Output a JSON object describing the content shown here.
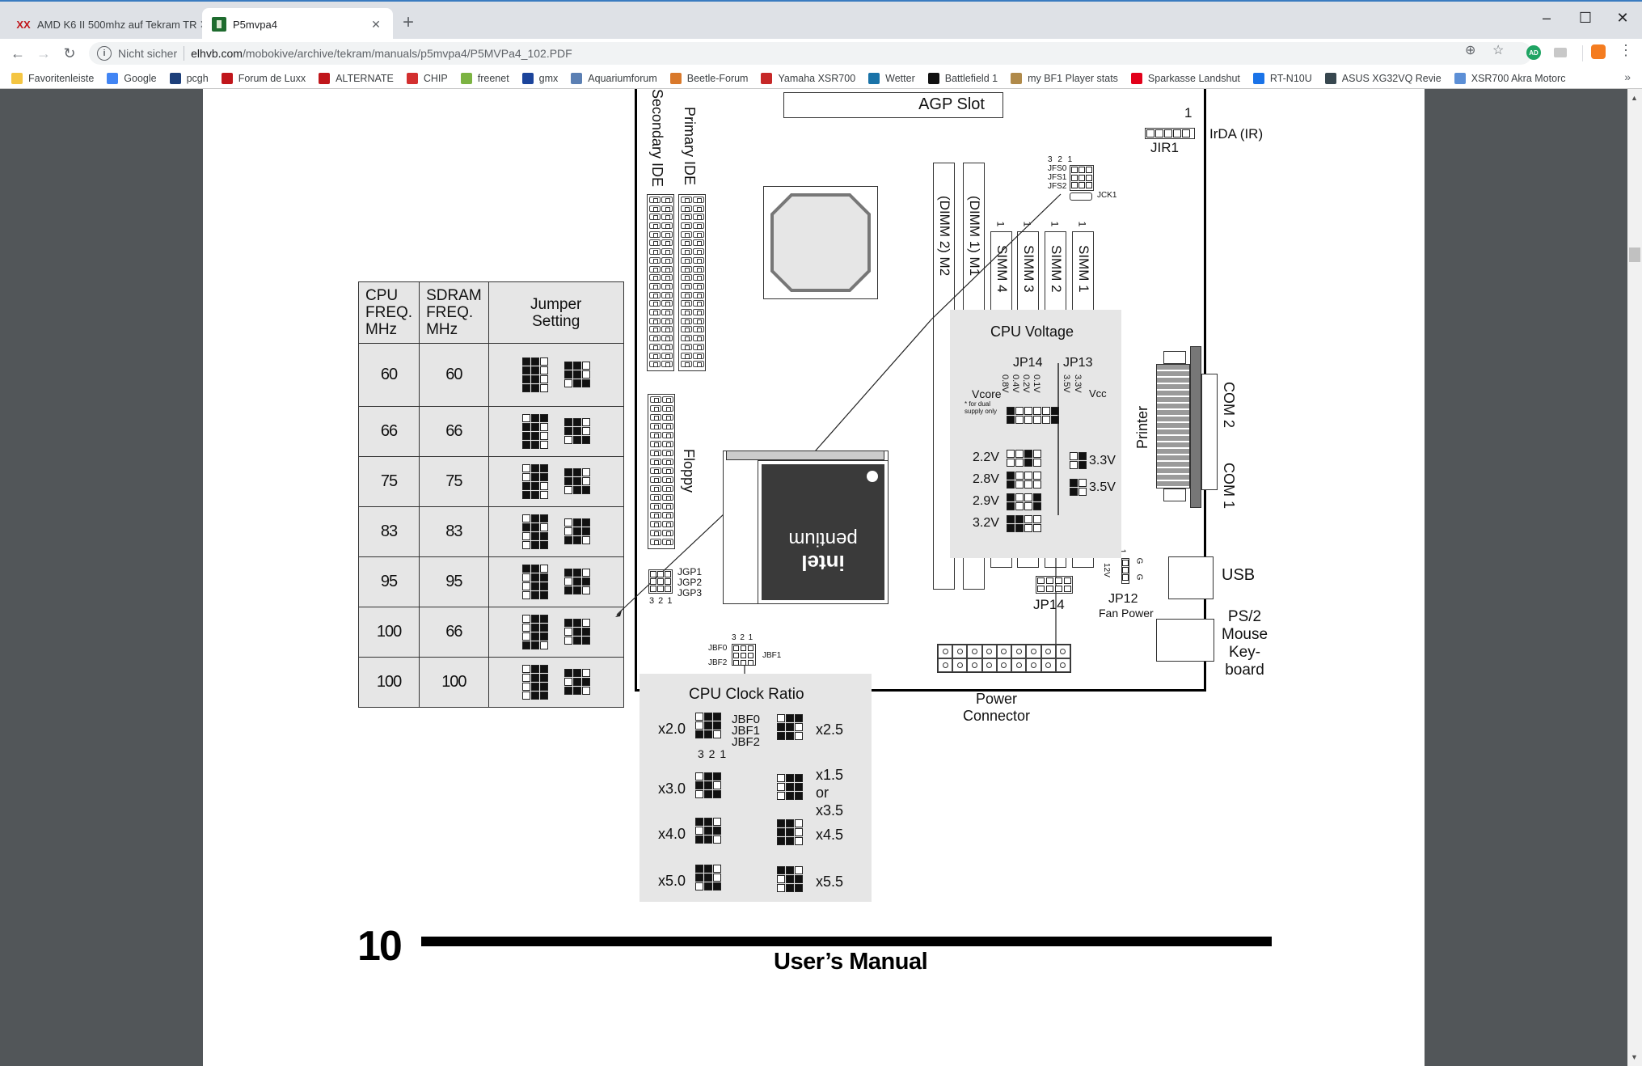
{
  "browser": {
    "tabs": [
      {
        "title": "AMD K6 II 500mhz auf Tekram TR",
        "favicon": "hardwareluxx-xx-icon",
        "active": false
      },
      {
        "title": "P5mvpa4",
        "favicon": "motherboard-icon",
        "active": true
      }
    ],
    "new_tab_label": "+",
    "window_controls": {
      "minimize": "–",
      "maximize": "☐",
      "close": "✕"
    },
    "address_bar": {
      "security_label": "Nicht sicher",
      "host": "elhvb.com",
      "path": "/mobokive/archive/tekram/manuals/p5mvpa4/P5MVPa4_102.PDF"
    },
    "toolbar_icons": [
      "back-icon",
      "forward-icon",
      "reload-icon",
      "zoom-icon",
      "star-icon",
      "adguard-icon",
      "camera-icon",
      "avast-icon",
      "menu-icon"
    ],
    "extension_badge": "AD",
    "bookmarks": [
      {
        "label": "Favoritenleiste",
        "icon": "folder-icon",
        "color": "#f4c542"
      },
      {
        "label": "Google",
        "icon": "google-icon",
        "color": "#4285f4"
      },
      {
        "label": "pcgh",
        "icon": "pcgh-icon",
        "color": "#1d3f7a"
      },
      {
        "label": "Forum de Luxx",
        "icon": "hardwareluxx-xx-icon",
        "color": "#c0161b"
      },
      {
        "label": "ALTERNATE",
        "icon": "alternate-icon",
        "color": "#c0161b"
      },
      {
        "label": "CHIP",
        "icon": "chip-icon",
        "color": "#d32f2f"
      },
      {
        "label": "freenet",
        "icon": "freenet-icon",
        "color": "#7cb342"
      },
      {
        "label": "gmx",
        "icon": "gmx-icon",
        "color": "#1c449b"
      },
      {
        "label": "Aquariumforum",
        "icon": "globe-icon",
        "color": "#5b7fb3"
      },
      {
        "label": "Beetle-Forum",
        "icon": "beetle-forum-icon",
        "color": "#d9792b"
      },
      {
        "label": "Yamaha XSR700",
        "icon": "yamaha-icon",
        "color": "#c62828"
      },
      {
        "label": "Wetter",
        "icon": "weather-icon",
        "color": "#1a73a8"
      },
      {
        "label": "Battlefield 1",
        "icon": "battlefield-icon",
        "color": "#111111"
      },
      {
        "label": "my BF1 Player stats",
        "icon": "bf1-stats-icon",
        "color": "#b08a4a"
      },
      {
        "label": "Sparkasse Landshut",
        "icon": "sparkasse-icon",
        "color": "#e2001a"
      },
      {
        "label": "RT-N10U",
        "icon": "router-icon",
        "color": "#1a73e8"
      },
      {
        "label": "ASUS XG32VQ Revie",
        "icon": "monitor-icon",
        "color": "#37474f"
      },
      {
        "label": "XSR700 Akra Motorc",
        "icon": "xsr-akra-icon",
        "color": "#5c8fd6"
      }
    ],
    "bookmarks_overflow": "»"
  },
  "document": {
    "table": {
      "headers": [
        "CPU\nFREQ.\nMHz",
        "SDRAM\nFREQ.\nMHz",
        "Jumper\nSetting"
      ],
      "jumper_labels_left": [
        "JFS0",
        "JFS1",
        "JFS2",
        "JCK1"
      ],
      "jumper_labels_right": [
        "JGP1",
        "JGP2",
        "JGP3"
      ],
      "pin_numbers": "3 2 1",
      "rows": [
        {
          "cpu": "60",
          "sdram": "60"
        },
        {
          "cpu": "66",
          "sdram": "66"
        },
        {
          "cpu": "75",
          "sdram": "75"
        },
        {
          "cpu": "83",
          "sdram": "83"
        },
        {
          "cpu": "95",
          "sdram": "95"
        },
        {
          "cpu": "100",
          "sdram": "66"
        },
        {
          "cpu": "100",
          "sdram": "100"
        }
      ]
    },
    "board": {
      "agp_slot": "AGP Slot",
      "secondary_ide": "Secondary IDE",
      "primary_ide": "Primary IDE",
      "floppy": "Floppy",
      "dimm2": "(DIMM 2) M2",
      "dimm1": "(DIMM 1) M1",
      "simm_slots": [
        "SIMM 4",
        "SIMM 3",
        "SIMM 2",
        "SIMM 1"
      ],
      "simm_pin1": "1",
      "jir1": "JIR1",
      "jir1_pin": "1",
      "irda": "IrDA (IR)",
      "jfs_labels": [
        "JFS0",
        "JFS1",
        "JFS2"
      ],
      "jck1": "JCK1",
      "pin_numbers": "3 2 1",
      "cpu_brand": "intel",
      "cpu_model": "pentium",
      "jgp_labels": [
        "JGP1",
        "JGP2",
        "JGP3"
      ],
      "jp12": "JP12",
      "jp12_sub": "Fan Power",
      "jp12_pins": {
        "top": "G",
        "bottom": "G",
        "mid": "12V",
        "pin1": "1"
      },
      "jp14": "JP14",
      "jbf_labels": {
        "jbf0": "JBF0",
        "jbf1": "JBF1",
        "jbf2": "JBF2"
      },
      "power_connector": "Power\nConnector",
      "printer": "Printer",
      "com2": "COM 2",
      "com1": "COM 1",
      "usb": "USB",
      "ps2": "PS/2\nMouse\nKey-\nboard"
    },
    "cpu_voltage": {
      "title": "CPU Voltage",
      "jp14": "JP14",
      "jp13": "JP13",
      "vcore": "Vcore",
      "vcore_note": "* for dual\nsupply only",
      "vcc": "Vcc",
      "jp14_columns": [
        "0.8V",
        "0.4V",
        "0.2V",
        "0.1V"
      ],
      "jp13_columns": [
        "3.5V",
        "3.3V"
      ],
      "vcore_settings": [
        "2.2V",
        "2.8V",
        "2.9V",
        "3.2V"
      ],
      "vcc_settings": [
        "3.3V",
        "3.5V"
      ]
    },
    "clock_ratio": {
      "title": "CPU Clock Ratio",
      "labels": [
        "JBF0",
        "JBF1",
        "JBF2"
      ],
      "pins": "3 2 1",
      "left": [
        "x2.0",
        "x3.0",
        "x4.0",
        "x5.0"
      ],
      "right": [
        "x2.5",
        "x1.5\nor\nx3.5",
        "x4.5",
        "x5.5"
      ]
    },
    "footer": {
      "page_number": "10",
      "title": "User’s Manual"
    }
  }
}
